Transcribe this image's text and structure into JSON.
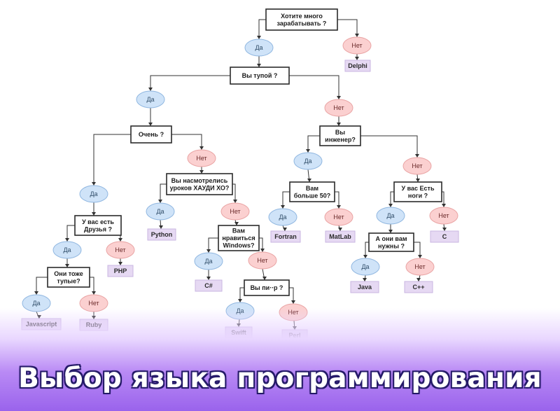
{
  "labels": {
    "yes": "Да",
    "no": "Нет"
  },
  "questions": {
    "q1": [
      "Хотите много",
      "зарабатывать ?"
    ],
    "q2": [
      "Вы тупой ?"
    ],
    "q3": [
      "Очень ?"
    ],
    "q4": [
      "У вас есть",
      "Друзья ?"
    ],
    "q5": [
      "Они тоже",
      "тупые?"
    ],
    "q6": [
      "Вы насмотрелись",
      "уроков ХАУДИ ХО?"
    ],
    "q7": [
      "Вам",
      "нравиться",
      "Windows?"
    ],
    "q8": [
      "Вы пи‧‧р ?"
    ],
    "q9": [
      "Вы",
      "инженер?"
    ],
    "q10": [
      "Вам",
      "больше 50?"
    ],
    "q11": [
      "У вас Есть",
      "ноги ?"
    ],
    "q12": [
      "А они вам",
      "нужны ?"
    ]
  },
  "languages": {
    "delphi": "Delphi",
    "php": "PHP",
    "javascript": "Javascript",
    "ruby": "Ruby",
    "python": "Python",
    "csharp": "C#",
    "swift": "Swift",
    "perl": "Perl",
    "fortran": "Fortran",
    "matlab": "MatLab",
    "c": "C",
    "java": "Java",
    "cpp": "C++"
  },
  "banner": {
    "title": "Выбор языка программирования"
  }
}
